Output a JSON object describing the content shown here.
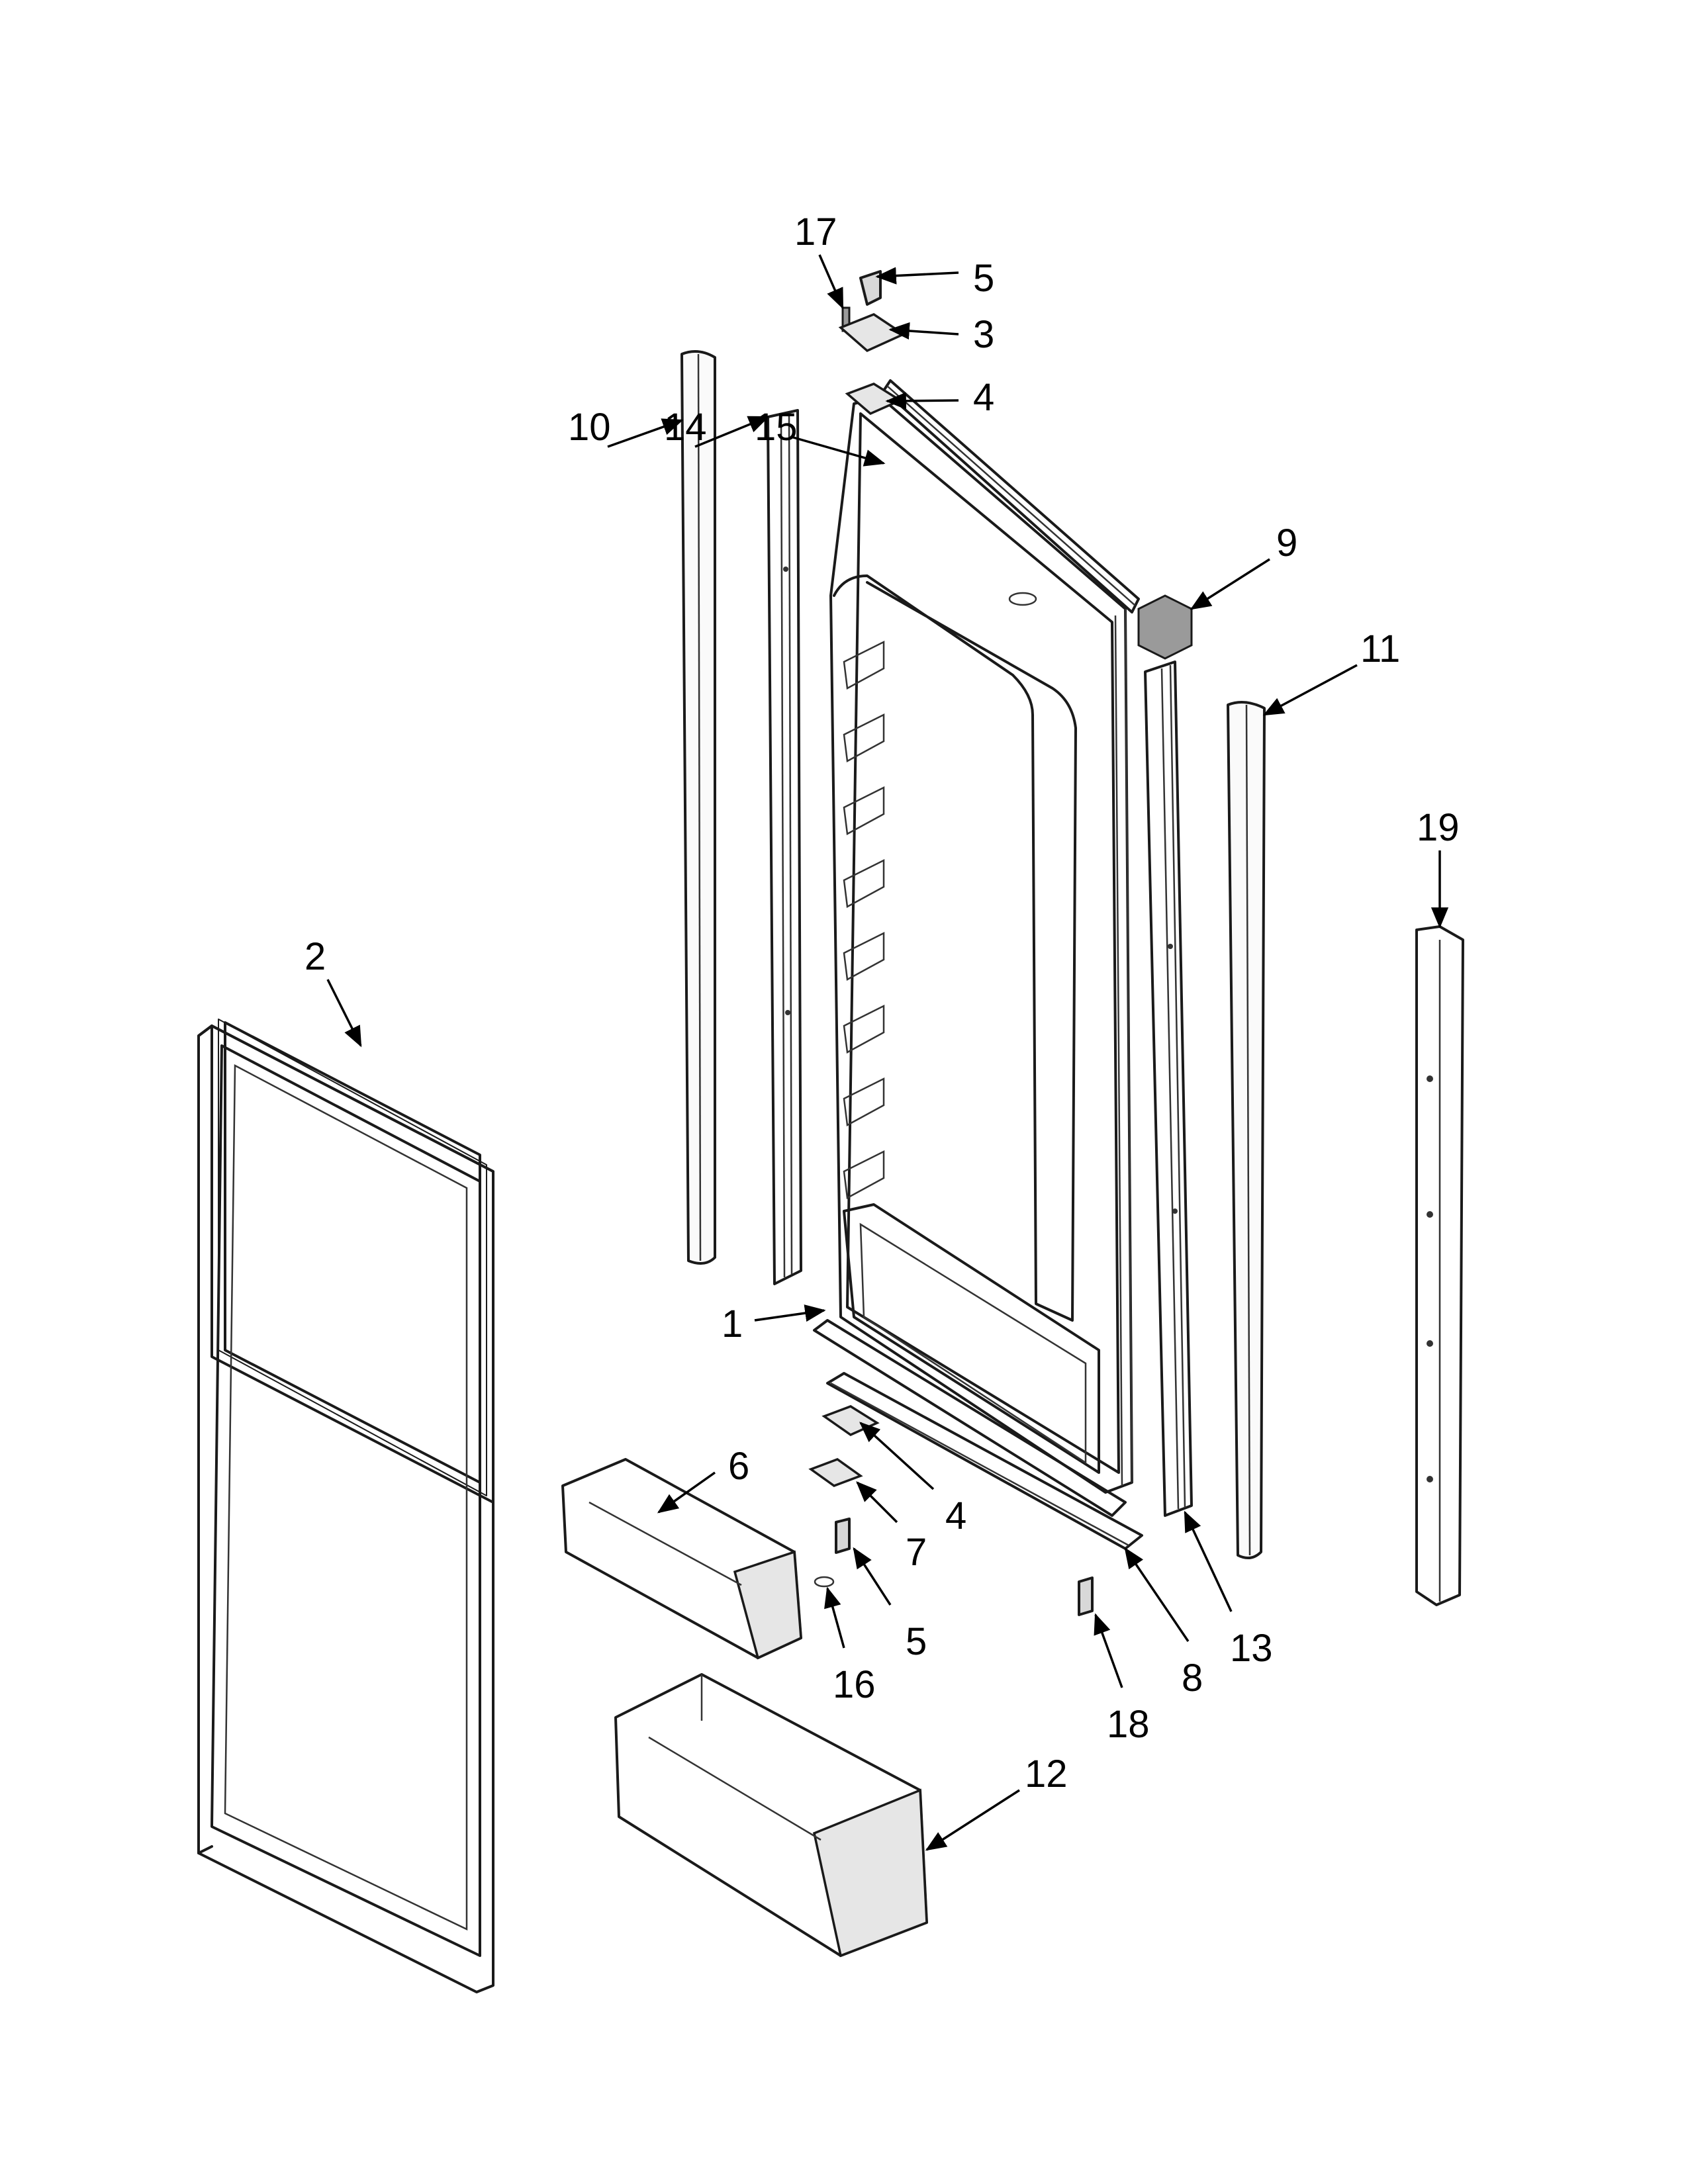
{
  "callouts": [
    {
      "id": "17",
      "label": "17"
    },
    {
      "id": "5a",
      "label": "5"
    },
    {
      "id": "3",
      "label": "3"
    },
    {
      "id": "4a",
      "label": "4"
    },
    {
      "id": "10",
      "label": "10"
    },
    {
      "id": "14",
      "label": "14"
    },
    {
      "id": "15",
      "label": "15"
    },
    {
      "id": "9",
      "label": "9"
    },
    {
      "id": "11",
      "label": "11"
    },
    {
      "id": "19",
      "label": "19"
    },
    {
      "id": "2",
      "label": "2"
    },
    {
      "id": "1",
      "label": "1"
    },
    {
      "id": "6",
      "label": "6"
    },
    {
      "id": "4b",
      "label": "4"
    },
    {
      "id": "7",
      "label": "7"
    },
    {
      "id": "5b",
      "label": "5"
    },
    {
      "id": "16",
      "label": "16"
    },
    {
      "id": "18",
      "label": "18"
    },
    {
      "id": "8",
      "label": "8"
    },
    {
      "id": "13",
      "label": "13"
    },
    {
      "id": "12",
      "label": "12"
    }
  ]
}
